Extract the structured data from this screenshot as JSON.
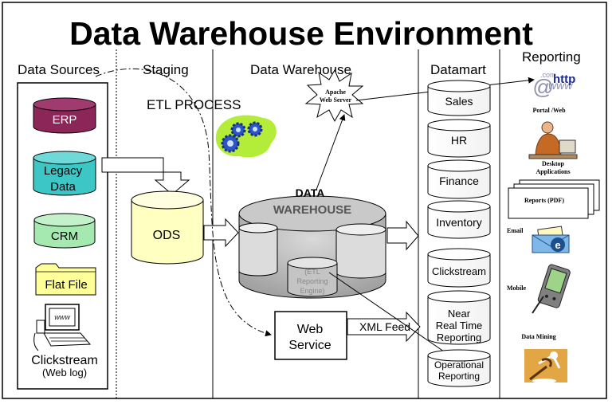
{
  "title": "Data Warehouse Environment",
  "columns": {
    "sources": "Data Sources",
    "staging": "Staging",
    "warehouse": "Data Warehouse",
    "datamart": "Datamart",
    "reporting": "Reporting"
  },
  "sources": {
    "erp": "ERP",
    "legacy_line1": "Legacy",
    "legacy_line2": "Data",
    "crm": "CRM",
    "flatfile": "Flat File",
    "clickstream": "Clickstream",
    "weblog": "(Web log)"
  },
  "staging": {
    "etl_process": "ETL PROCESS",
    "ods": "ODS"
  },
  "warehouse": {
    "apache_line1": "Apache",
    "apache_line2": "Web Server",
    "dw_line1": "DATA",
    "dw_line2": "WAREHOUSE",
    "engine_line1": "(ETL",
    "engine_line2": "Reporting",
    "engine_line3": "Engine)",
    "web_service_line1": "Web",
    "web_service_line2": "Service",
    "xml_feed": "XML Feed"
  },
  "datamart": {
    "sales": "Sales",
    "hr": "HR",
    "finance": "Finance",
    "inventory": "Inventory",
    "clickstream": "Clickstream",
    "near_line1": "Near",
    "near_line2": "Real Time",
    "near_line3": "Reporting",
    "operational_line1": "Operational",
    "operational_line2": "Reporting"
  },
  "reporting": {
    "http": "http",
    "www": "www",
    "portal": "Portal /Web",
    "desktop_line1": "Desktop",
    "desktop_line2": "Applications",
    "reports": "Reports (PDF)",
    "email": "Email",
    "mobile": "Mobile",
    "data_mining": "Data Mining"
  },
  "colors": {
    "erp": "#8c2558",
    "legacy": "#3cc6c6",
    "crm": "#a5e8b0",
    "flatfile": "#ffff99",
    "ods": "#ffffc2",
    "dw": "#b8b8b8",
    "gear_blob": "#b4ec3a",
    "gear_blue": "#2b56c8"
  }
}
